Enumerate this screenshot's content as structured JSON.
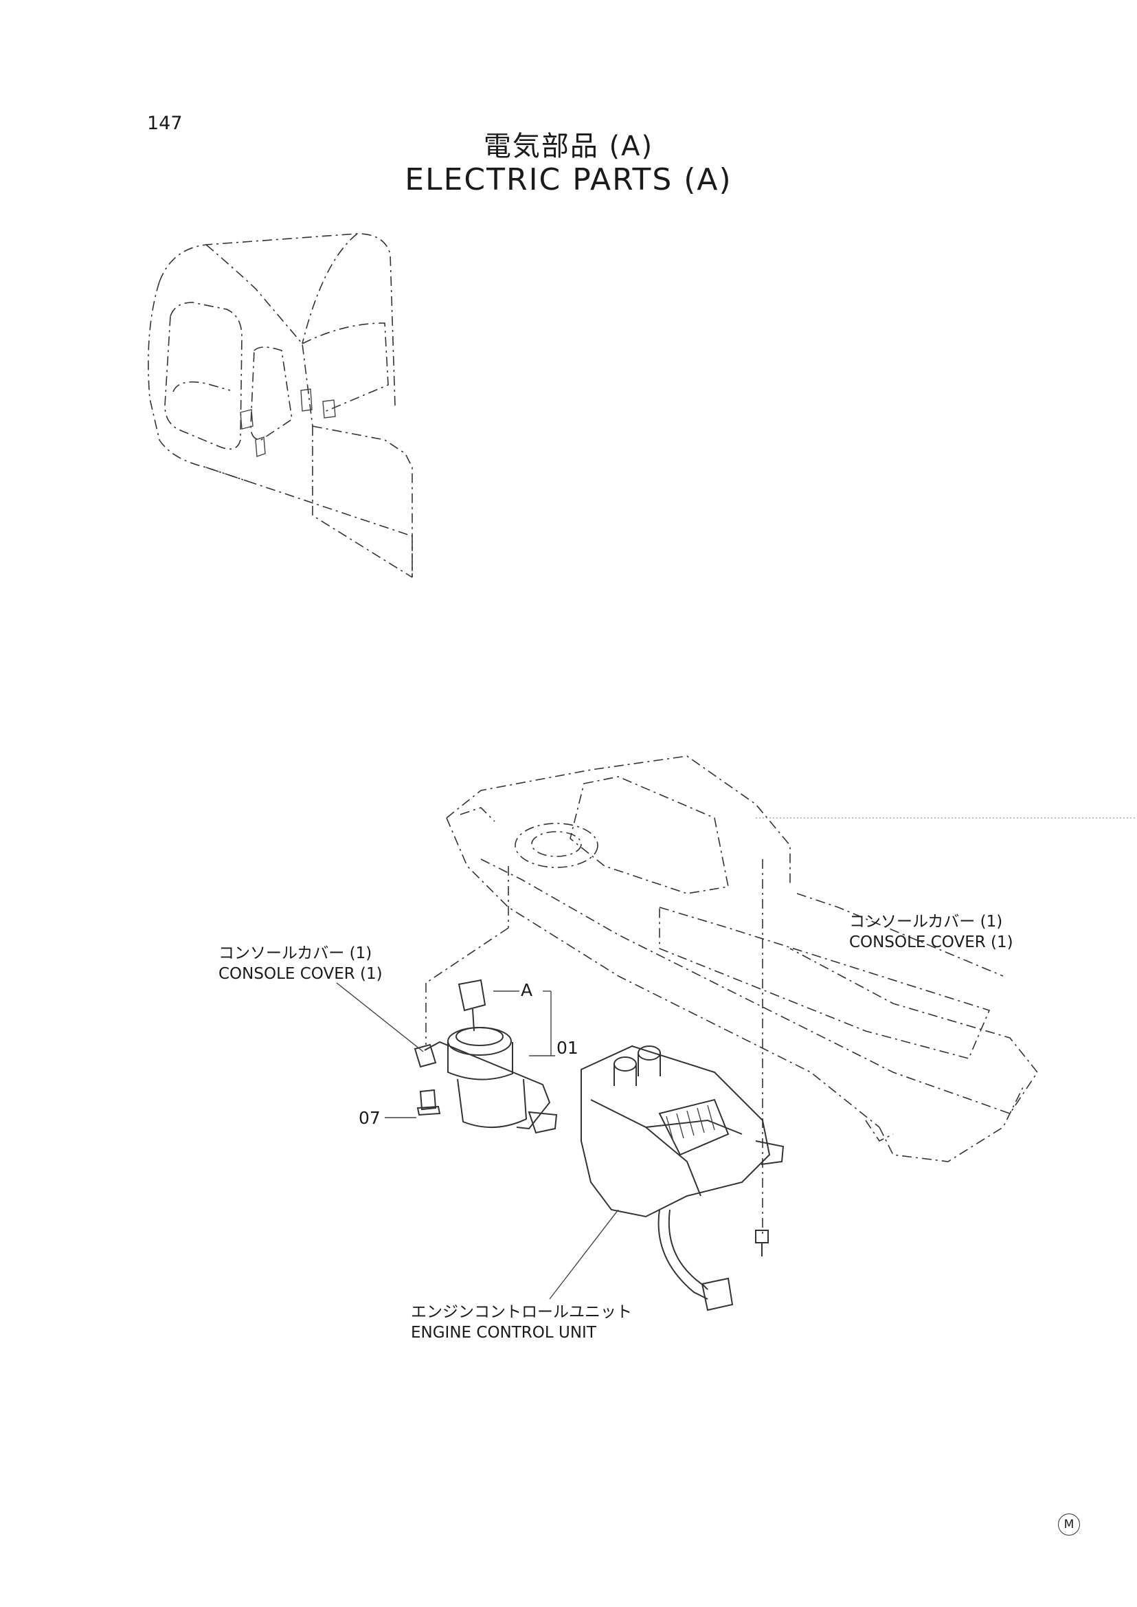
{
  "page": {
    "number": "147",
    "title_jp": "電気部品 (A)",
    "title_en": "ELECTRIC  PARTS  (A)"
  },
  "labels": {
    "console_cover_left_jp": "コンソールカバー (1)",
    "console_cover_left_en": "CONSOLE COVER  (1)",
    "console_cover_right_jp": "コンソールカバー (1)",
    "console_cover_right_en": "CONSOLE COVER  (1)",
    "ecu_jp": "エンジンコントロールユニット",
    "ecu_en": "ENGINE  CONTROL  UNIT"
  },
  "part_refs": {
    "key_switch": "A",
    "assembly": "01",
    "bolt": "07"
  },
  "footer_mark": "M",
  "line_color": "#333333"
}
